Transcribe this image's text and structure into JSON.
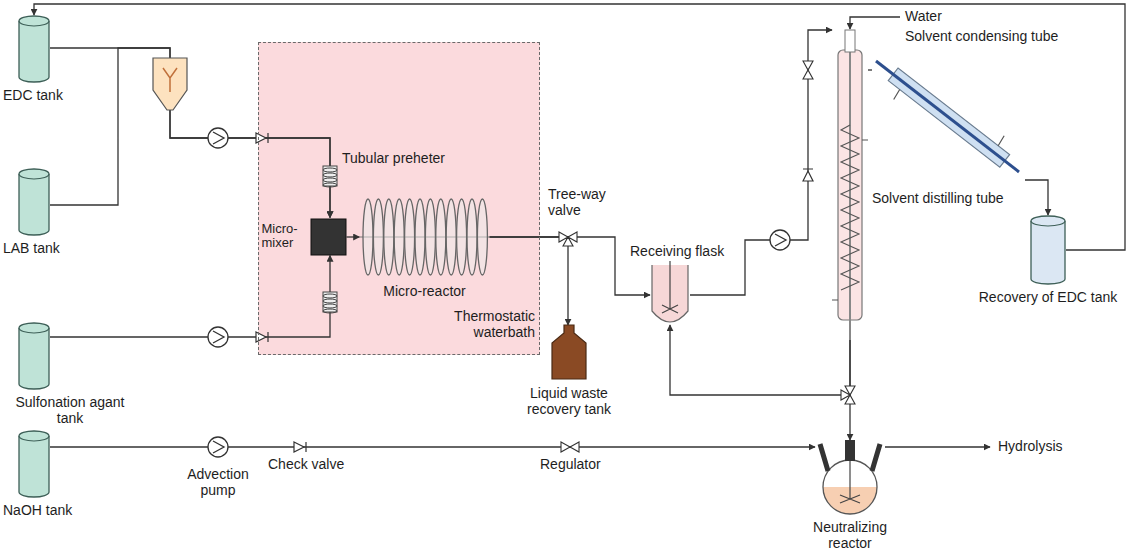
{
  "diagram": {
    "nodes": [
      {
        "text": [
          "EDC tank"
        ]
      },
      {
        "text": [
          "LAB tank"
        ]
      },
      {
        "text": [
          "Thermostatic waterbath"
        ]
      },
      {
        "text": [
          "Micro- mixer"
        ],
        "in": 2
      },
      {
        "text": [
          "Micro-reactor"
        ],
        "in": 2
      },
      {
        "text": [
          "Sulfonation agant tank"
        ]
      },
      {
        "text": [
          "Liquid waste recovery tank"
        ]
      },
      {
        "text": [
          "Receiving flask"
        ]
      },
      {
        "text": [
          "Solvent distilling tube"
        ]
      },
      {
        "text": [
          "Solvent condensing tube"
        ]
      },
      {
        "text": [
          "Recovery of EDC tank"
        ]
      },
      {
        "text": [
          "NaOH tank"
        ]
      },
      {
        "text": [
          "Neutralizing reactor"
        ]
      }
    ],
    "edges": [
      {
        "from": 0,
        "to": 3,
        "arrow": "to"
      },
      {
        "from": 1,
        "to": 3,
        "arrow": "to"
      },
      {
        "from": 5,
        "to": 3,
        "arrow": "to"
      },
      {
        "from": 3,
        "to": 4,
        "arrow": "to"
      },
      {
        "from": 4,
        "to": 7,
        "arrow": "to"
      },
      {
        "from": 4,
        "to": 6,
        "arrow": "to"
      },
      {
        "from": 7,
        "to": 8,
        "arrow": "to"
      },
      {
        "from": 8,
        "to": 9,
        "arrow": "none"
      },
      {
        "from": 9,
        "to": 10,
        "arrow": "to"
      },
      {
        "from": 10,
        "to": 0,
        "arrow": "to"
      },
      {
        "from": 8,
        "to": 12,
        "arrow": "to"
      },
      {
        "from": 8,
        "to": 7,
        "arrow": "to"
      },
      {
        "from": 11,
        "to": 12,
        "arrow": "to"
      }
    ],
    "labels": [
      "Tubular preheter",
      "Tree-way valve",
      "Water",
      "Check valve",
      "Advection pump",
      "Regulator",
      "Hydrolysis"
    ]
  }
}
